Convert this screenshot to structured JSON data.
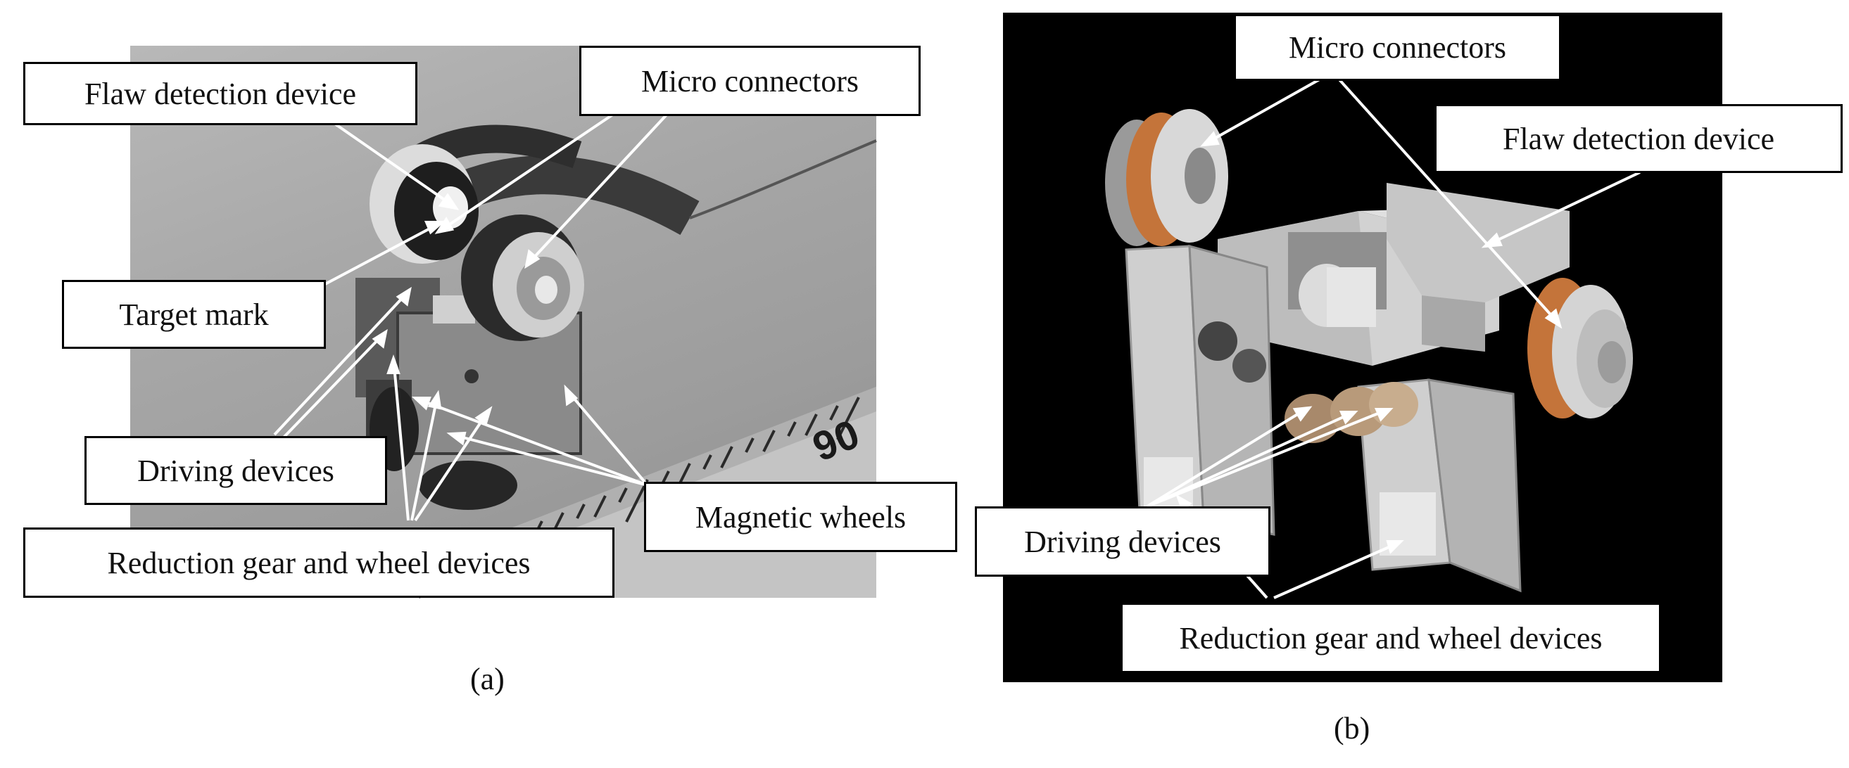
{
  "panel_a": {
    "labels": {
      "flaw_detection_device": "Flaw detection device",
      "micro_connectors": "Micro connectors",
      "target_mark": "Target mark",
      "driving_devices": "Driving devices",
      "reduction_gear": "Reduction gear and wheel devices",
      "magnetic_wheels": "Magnetic wheels"
    },
    "ruler_number": "90",
    "caption": "(a)"
  },
  "panel_b": {
    "labels": {
      "micro_connectors": "Micro connectors",
      "flaw_detection_device": "Flaw detection device",
      "driving_devices": "Driving devices",
      "reduction_gear": "Reduction gear and wheel devices"
    },
    "caption": "(b)"
  },
  "colors": {
    "photo_background": "#a6a6a6",
    "render_background": "#000000",
    "connector_copper": "#c8743a",
    "robot_body": "#c8c8c8",
    "label_border": "#000000"
  }
}
